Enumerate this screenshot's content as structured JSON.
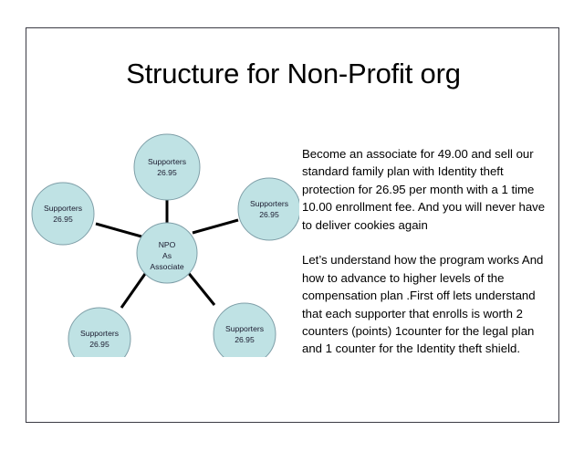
{
  "slide": {
    "title": "Structure for Non-Profit org",
    "diagram": {
      "type": "hub-and-spoke",
      "center": {
        "label_line1": "NPO",
        "label_line2": "As",
        "label_line3": "Associate"
      },
      "satellites": [
        {
          "label": "Supporters",
          "value": "26.95",
          "position": "top"
        },
        {
          "label": "Supporters",
          "value": "26.95",
          "position": "right"
        },
        {
          "label": "Supporters",
          "value": "26.95",
          "position": "bottom-right"
        },
        {
          "label": "Supporters",
          "value": "26.95",
          "position": "bottom-left"
        },
        {
          "label": "Supporters",
          "value": "26.95",
          "position": "left"
        }
      ],
      "colors": {
        "node_fill": "#bfe2e4",
        "node_stroke": "#7f9fa8",
        "connector": "#000000"
      }
    },
    "body": {
      "paragraph1": "Become an associate for 49.00 and sell our standard family plan with Identity theft protection for 26.95 per month with a 1 time 10.00 enrollment fee. And you will never have to deliver cookies again",
      "paragraph2": "Let’s understand how the program works And how to advance to higher levels of the compensation plan .First off lets understand that each supporter that enrolls is worth 2 counters (points) 1counter for the legal plan and 1 counter for the Identity theft shield."
    }
  }
}
